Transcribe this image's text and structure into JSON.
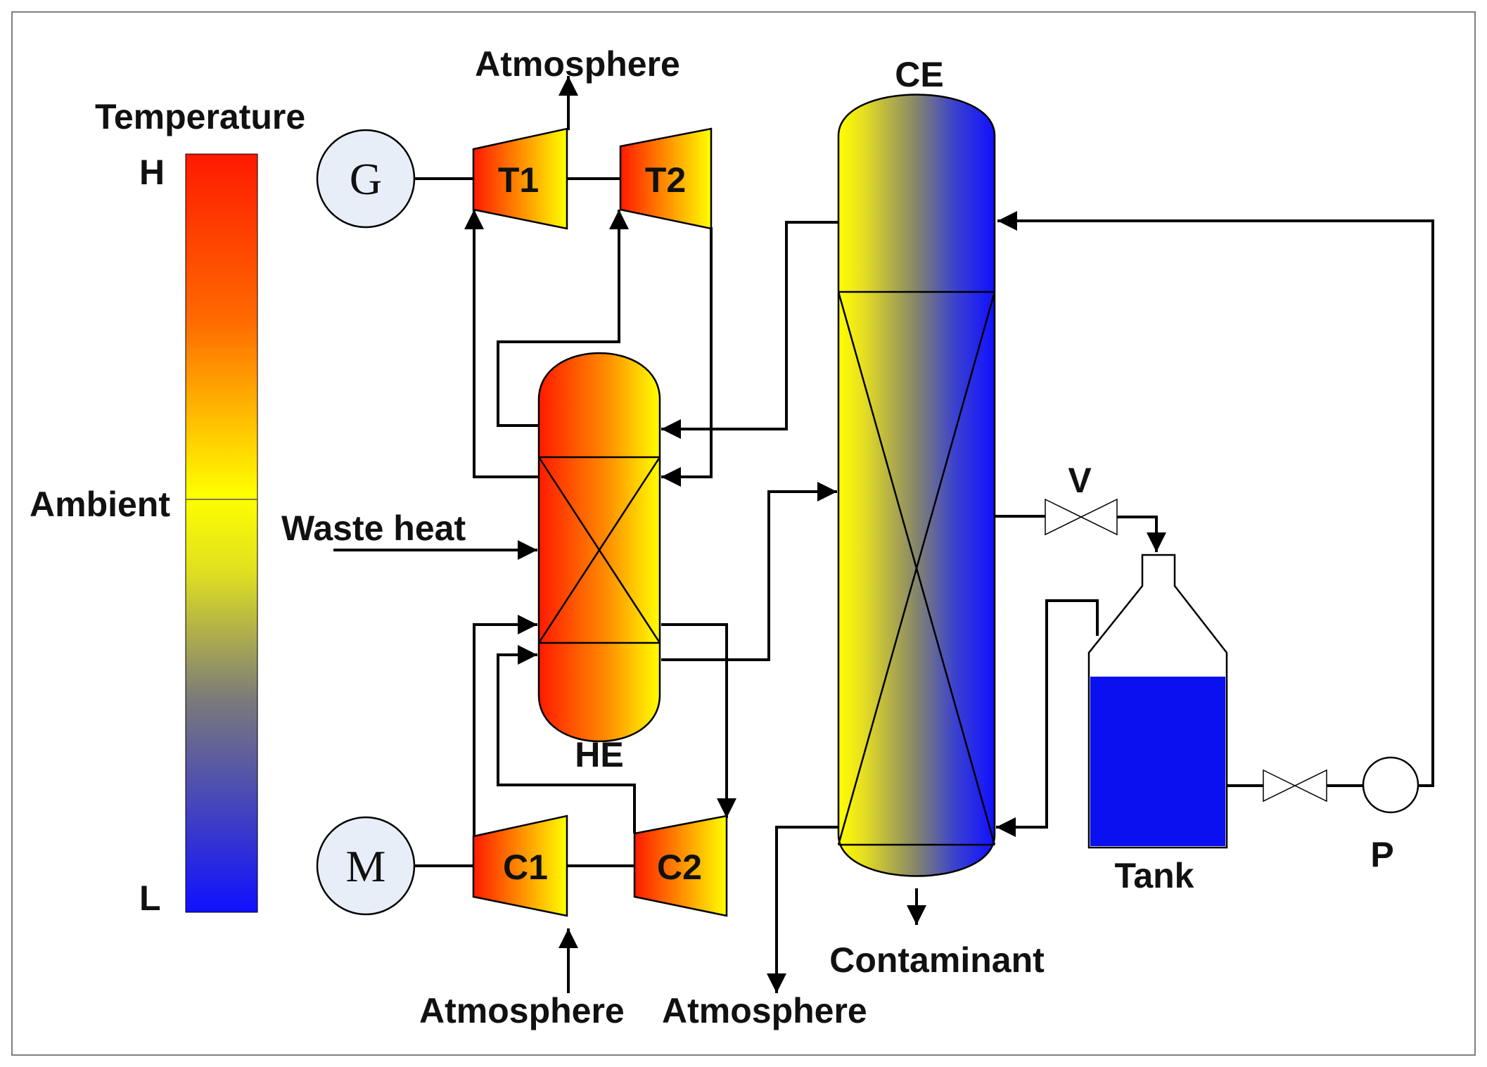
{
  "legend": {
    "title": "Temperature",
    "high": "H",
    "ambient": "Ambient",
    "low": "L"
  },
  "components": {
    "generator": "G",
    "motor": "M",
    "turbine1": "T1",
    "turbine2": "T2",
    "compressor1": "C1",
    "compressor2": "C2",
    "heat_exchanger": "HE",
    "column": "CE",
    "tank": "Tank",
    "valve": "V",
    "pump": "P"
  },
  "streams": {
    "atmosphere_out_top": "Atmosphere",
    "waste_heat": "Waste heat",
    "atmosphere_in_bottom": "Atmosphere",
    "atmosphere_out_bottom": "Atmosphere",
    "contaminant": "Contaminant"
  },
  "colors": {
    "hot": "#ff1a00",
    "warm": "#ff9900",
    "ambient": "#ffff00",
    "mid": "#7a7a7a",
    "cold": "#1010ff",
    "node_fill": "#e8eef7",
    "liquid": "#0a10f0"
  }
}
